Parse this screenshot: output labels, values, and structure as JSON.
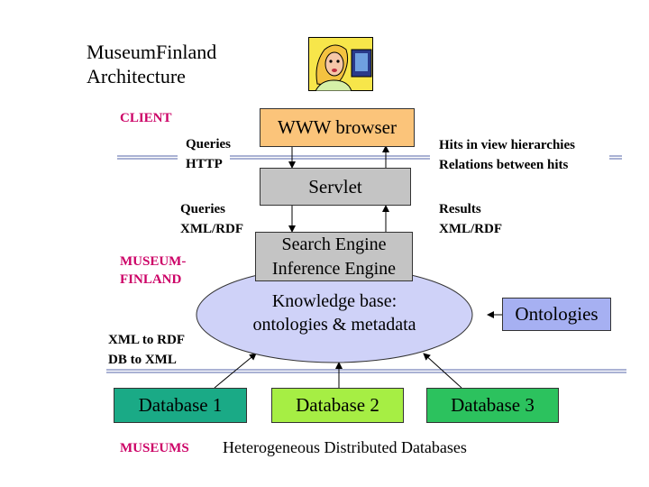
{
  "title": {
    "line1": "MuseumFinland",
    "line2": "Architecture"
  },
  "layers": {
    "client": "CLIENT",
    "museum_finland_line1": "MUSEUM-",
    "museum_finland_line2": "FINLAND",
    "museums": "MUSEUMS"
  },
  "nodes": {
    "www_browser": "WWW browser",
    "servlet": "Servlet",
    "search_engine_line1": "Search Engine",
    "search_engine_line2": "Inference Engine",
    "knowledge_base_line1": "Knowledge base:",
    "knowledge_base_line2": "ontologies & metadata",
    "ontologies": "Ontologies",
    "database_1": "Database 1",
    "database_2": "Database 2",
    "database_3": "Database 3"
  },
  "annotations": {
    "queries_http_1": "Queries",
    "queries_http_2": "HTTP",
    "hits_1": "Hits in view hierarchies",
    "hits_2": "Relations between hits",
    "queries_xml_1": "Queries",
    "queries_xml_2": "XML/RDF",
    "results_xml_1": "Results",
    "results_xml_2": "XML/RDF",
    "xml_to_rdf": "XML to RDF",
    "db_to_xml": "DB to XML",
    "heterogeneous": "Heterogeneous Distributed Databases"
  },
  "colors": {
    "layer_label": "#cc0066",
    "browser_fill": "#fbc47a",
    "servlet_fill": "#c4c4c4",
    "search_fill": "#c4c4c4",
    "knowledge_fill": "#cfd2f8",
    "ontologies_fill": "#a6b0f2",
    "database_1_fill": "#1aaa86",
    "database_2_fill": "#a6ee44",
    "database_3_fill": "#2cc25e",
    "separator": "#5566aa"
  },
  "icon": "cartoon-user-at-computer-icon"
}
